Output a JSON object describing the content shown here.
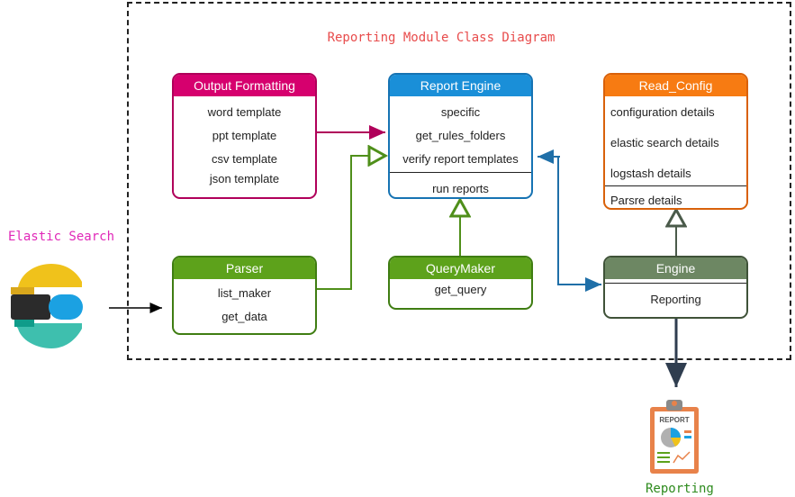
{
  "title": "Reporting Module Class Diagram",
  "external": {
    "elastic_label": "Elastic Search",
    "reporting_label": "Reporting",
    "report_icon_text": "REPORT"
  },
  "classes": {
    "output_formatting": {
      "name": "Output Formatting",
      "color": "#d6006e",
      "attributes": [
        "word template",
        "ppt template",
        "csv template",
        "json template"
      ]
    },
    "report_engine": {
      "name": "Report Engine",
      "color": "#1a8fd8",
      "attributes": [
        "specific",
        "get_rules_folders",
        "verify report templates"
      ],
      "methods": [
        "run reports"
      ]
    },
    "read_config": {
      "name": "Read_Config",
      "color": "#f77b12",
      "attributes": [
        "configuration details",
        "elastic search details",
        "logstash details"
      ],
      "methods": [
        "Parsre details"
      ]
    },
    "parser": {
      "name": "Parser",
      "color": "#5da21b",
      "attributes": [
        "list_maker",
        "get_data"
      ]
    },
    "query_maker": {
      "name": "QueryMaker",
      "color": "#5da21b",
      "attributes": [
        "get_query"
      ]
    },
    "engine": {
      "name": "Engine",
      "color": "#6d8763",
      "methods": [
        "Reporting"
      ]
    }
  },
  "colors": {
    "title": "#e84c4c",
    "elastic_label": "#e028b8",
    "reporting_label": "#2e8b1e",
    "arrow_magenta": "#b0005a",
    "arrow_green": "#4f8f1a",
    "arrow_blue": "#1f6fa8",
    "arrow_dark": "#2f3d4f"
  }
}
